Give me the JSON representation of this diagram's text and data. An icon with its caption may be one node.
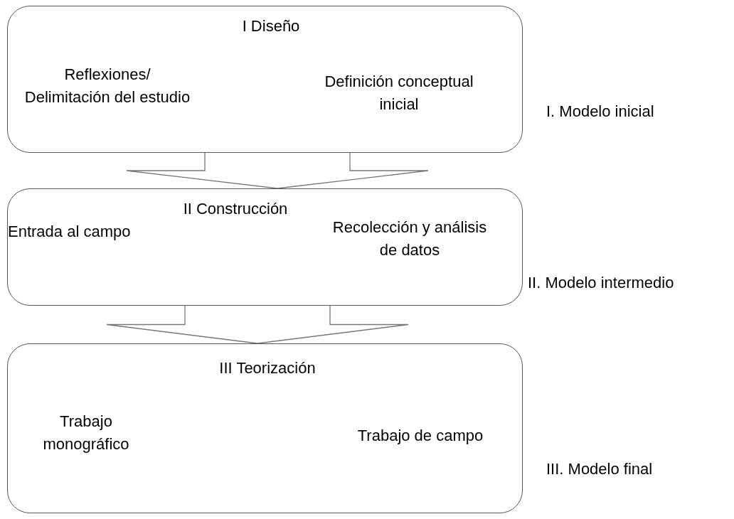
{
  "diagram": {
    "nodes": [
      {
        "text": [
          "I Diseño",
          "Reflexiones/ Delimitación del estudio",
          "Definición conceptual inicial"
        ],
        "beside": [
          "I. Modelo inicial"
        ]
      },
      {
        "text": [
          "II Construcción",
          "Entrada al campo",
          "Recolección y análisis de datos"
        ],
        "beside": [
          "II. Modelo intermedio"
        ]
      },
      {
        "text": [
          "III Teorización",
          "Trabajo monográfico",
          "Trabajo de campo"
        ],
        "beside": [
          "III. Modelo final"
        ]
      }
    ],
    "edges": [
      {
        "from": 0,
        "to": 1,
        "arrow": "to"
      },
      {
        "from": 1,
        "to": 2,
        "arrow": "to"
      }
    ]
  }
}
